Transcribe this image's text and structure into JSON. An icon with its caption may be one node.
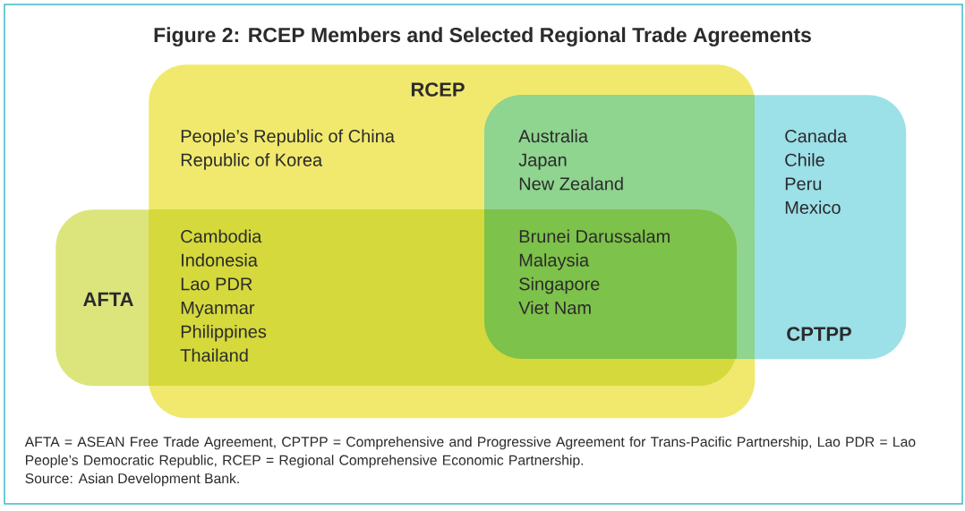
{
  "diagram": {
    "title": "Figure 2: RCEP Members and Selected Regional Trade Agreements",
    "nodes": [
      {
        "text": [
          "RCEP",
          "People’s Republic of China",
          "Republic of Korea"
        ]
      },
      {
        "text": [
          "Canada",
          "Chile",
          "Peru",
          "Mexico",
          "CPTPP"
        ]
      },
      {
        "text": [
          "AFTA"
        ]
      }
    ],
    "labels": [
      "Australia",
      "Japan",
      "New Zealand",
      "Cambodia",
      "Indonesia",
      "Lao PDR",
      "Myanmar",
      "Philippines",
      "Thailand",
      "Brunei Darussalam",
      "Malaysia",
      "Singapore",
      "Viet Nam",
      "Source: Asian Development Bank."
    ],
    "caption": "AFTA = ASEAN Free Trade Agreement, CPTPP = Comprehensive and Progressive Agreement for Trans-Pacific Partnership, Lao PDR = Lao People’s Democratic Republic, RCEP = Regional Comprehensive Economic Partnership."
  }
}
